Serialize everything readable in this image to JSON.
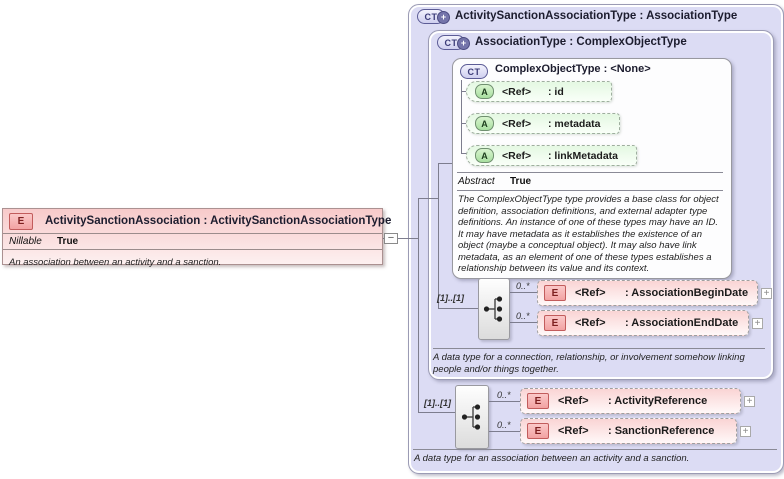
{
  "left_element": {
    "icon": "E",
    "title": "ActivitySanctionAssociation : ActivitySanctionAssociationType",
    "property_name": "Nillable",
    "property_value": "True",
    "description": "An association between an activity and a sanction."
  },
  "connector": {
    "collapse_glyph": "−"
  },
  "outer_panel": {
    "icon": "CT",
    "icon_plus": "+",
    "title": "ActivitySanctionAssociationType : AssociationType",
    "footer": "A data type for an association between an activity and a sanction.",
    "sequence": {
      "occurrence": "[1]..[1]",
      "items": [
        {
          "cardinality": "0..*",
          "icon": "E",
          "ref": "<Ref>",
          "name": ": ActivityReference",
          "expand": "+"
        },
        {
          "cardinality": "0..*",
          "icon": "E",
          "ref": "<Ref>",
          "name": ": SanctionReference",
          "expand": "+"
        }
      ]
    },
    "inner_panel": {
      "icon": "CT",
      "icon_plus": "+",
      "title": "AssociationType : ComplexObjectType",
      "footer": "A data type for a connection, relationship, or involvement somehow linking people and/or things together.",
      "base_box": {
        "icon": "CT",
        "title": "ComplexObjectType : <None>",
        "attributes": [
          {
            "icon": "A",
            "ref": "<Ref>",
            "name": ": id"
          },
          {
            "icon": "A",
            "ref": "<Ref>",
            "name": ": metadata"
          },
          {
            "icon": "A",
            "ref": "<Ref>",
            "name": ": linkMetadata"
          }
        ],
        "property_name": "Abstract",
        "property_value": "True",
        "description": "The ComplexObjectType type provides a base class for object definition, association definitions, and external adapter type definitions. An instance of one of these types may have an ID. It may have metadata as it establishes the existence of an object (maybe a conceptual object). It may also have link metadata, as an element of one of these types establishes a relationship between its value and its context."
      },
      "sequence": {
        "occurrence": "[1]..[1]",
        "items": [
          {
            "cardinality": "0..*",
            "icon": "E",
            "ref": "<Ref>",
            "name": ": AssociationBeginDate",
            "expand": "+"
          },
          {
            "cardinality": "0..*",
            "icon": "E",
            "ref": "<Ref>",
            "name": ": AssociationEndDate",
            "expand": "+"
          }
        ]
      }
    }
  }
}
